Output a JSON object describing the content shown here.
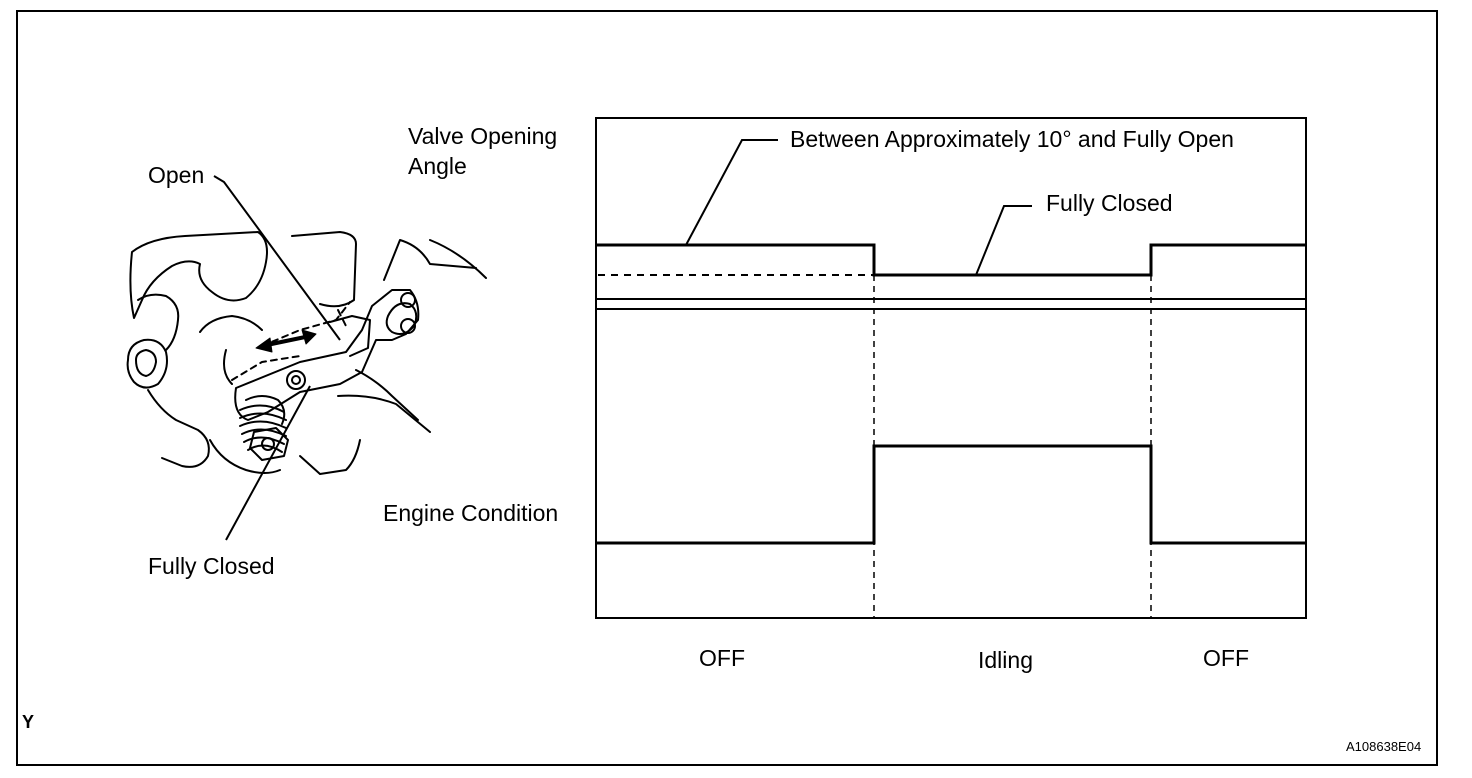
{
  "mechanism": {
    "open_label": "Open",
    "fully_closed_label": "Fully Closed"
  },
  "timing_chart": {
    "valve_label_line1": "Valve Opening",
    "valve_label_line2": "Angle",
    "valve_range_callout": "Between Approximately 10° and Fully Open",
    "valve_closed_callout": "Fully Closed",
    "engine_label": "Engine Condition",
    "phases": [
      "OFF",
      "Idling",
      "OFF"
    ]
  },
  "footer": {
    "corner_mark": "Y",
    "figure_code": "A108638E04"
  }
}
